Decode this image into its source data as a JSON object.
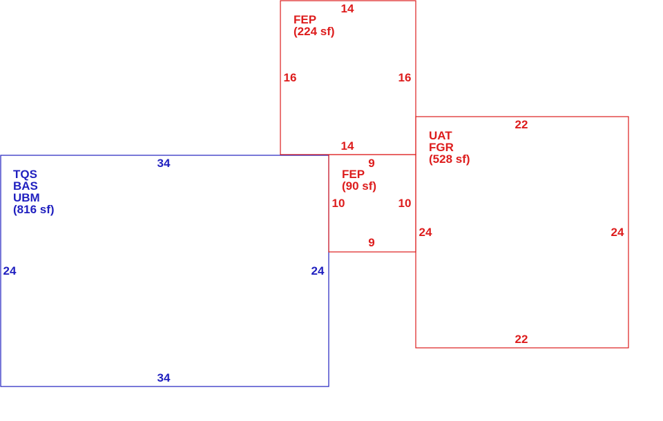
{
  "colors": {
    "main": "#1f1fbf",
    "addition": "#dd1c1c"
  },
  "areas": [
    {
      "id": "main",
      "lines": [
        "TQS",
        "BAS",
        "UBM",
        "(816 sf)"
      ],
      "dims": {
        "top": "34",
        "bottom": "34",
        "left": "24",
        "right": "24"
      }
    },
    {
      "id": "fep-upper",
      "lines": [
        "FEP",
        "(224 sf)"
      ],
      "dims": {
        "top": "14",
        "bottom": "14",
        "left": "16",
        "right": "16"
      }
    },
    {
      "id": "fep-lower",
      "lines": [
        "FEP",
        "(90 sf)"
      ],
      "dims": {
        "top": "9",
        "bottom": "9",
        "left": "10",
        "right": "10"
      }
    },
    {
      "id": "garage",
      "lines": [
        "UAT",
        "FGR",
        "(528 sf)"
      ],
      "dims": {
        "top": "22",
        "bottom": "22",
        "left": "24",
        "right": "24"
      }
    }
  ]
}
